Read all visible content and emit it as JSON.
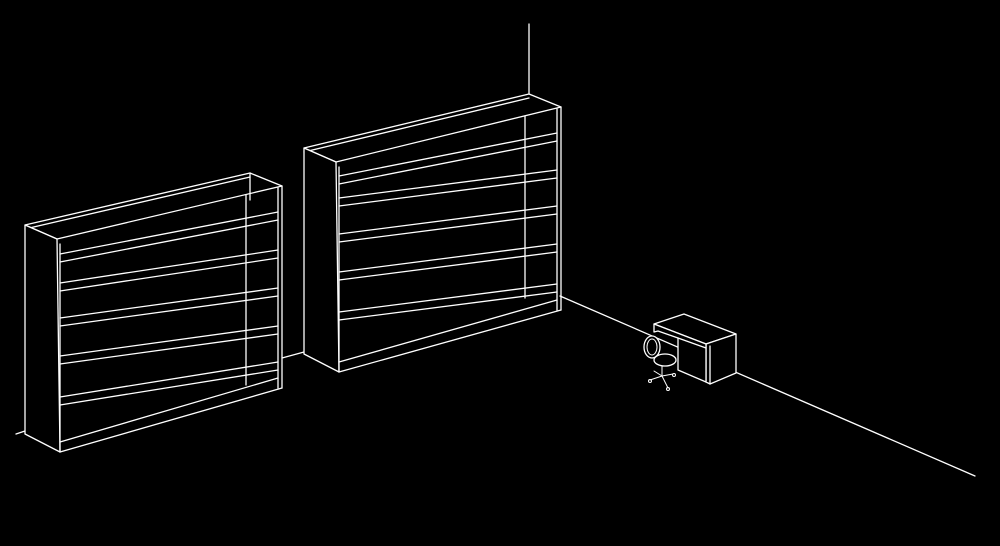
{
  "canvas": {
    "background_color": "#000000",
    "line_color": "#ffffff"
  },
  "scene": {
    "room": {
      "walls": 2
    },
    "bookcase_left": {
      "shelves": 5
    },
    "bookcase_right": {
      "shelves": 5
    },
    "desk": {
      "count": 1
    },
    "office_chair": {
      "count": 1
    }
  }
}
